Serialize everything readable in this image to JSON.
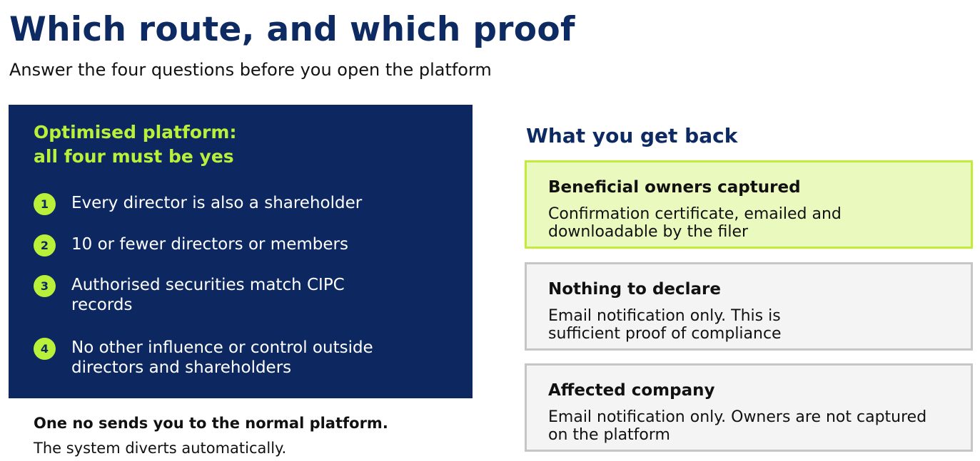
{
  "title": "Which route, and which proof",
  "subtitle": "Answer the four questions before you open the platform",
  "panel": {
    "heading_line1": "Optimised platform:",
    "heading_line2": "all four must be yes",
    "questions": [
      {
        "number": "1",
        "text": "Every director is also a shareholder"
      },
      {
        "number": "2",
        "text": "10 or fewer directors or members"
      },
      {
        "number": "3",
        "text": "Authorised securities match CIPC records"
      },
      {
        "number": "4",
        "text": "No other influence or control outside directors and shareholders"
      }
    ]
  },
  "note": {
    "strong": "One no sends you to the normal platform.",
    "plain": "The system diverts automatically."
  },
  "results": {
    "heading": "What you get back",
    "cards": [
      {
        "title": "Beneficial owners captured",
        "body": "Confirmation certificate, emailed and downloadable by the filer"
      },
      {
        "title": "Nothing to declare",
        "body": "Email notification only. This is sufficient proof of compliance"
      },
      {
        "title": "Affected company",
        "body": "Email notification only. Owners are not captured on the platform"
      }
    ]
  },
  "colors": {
    "navy": "#0d2860",
    "accent_green": "#b9f13a",
    "highlight_fill": "#eaf9bd",
    "card_fill": "#f4f4f4",
    "card_border": "#c6c6c6"
  }
}
